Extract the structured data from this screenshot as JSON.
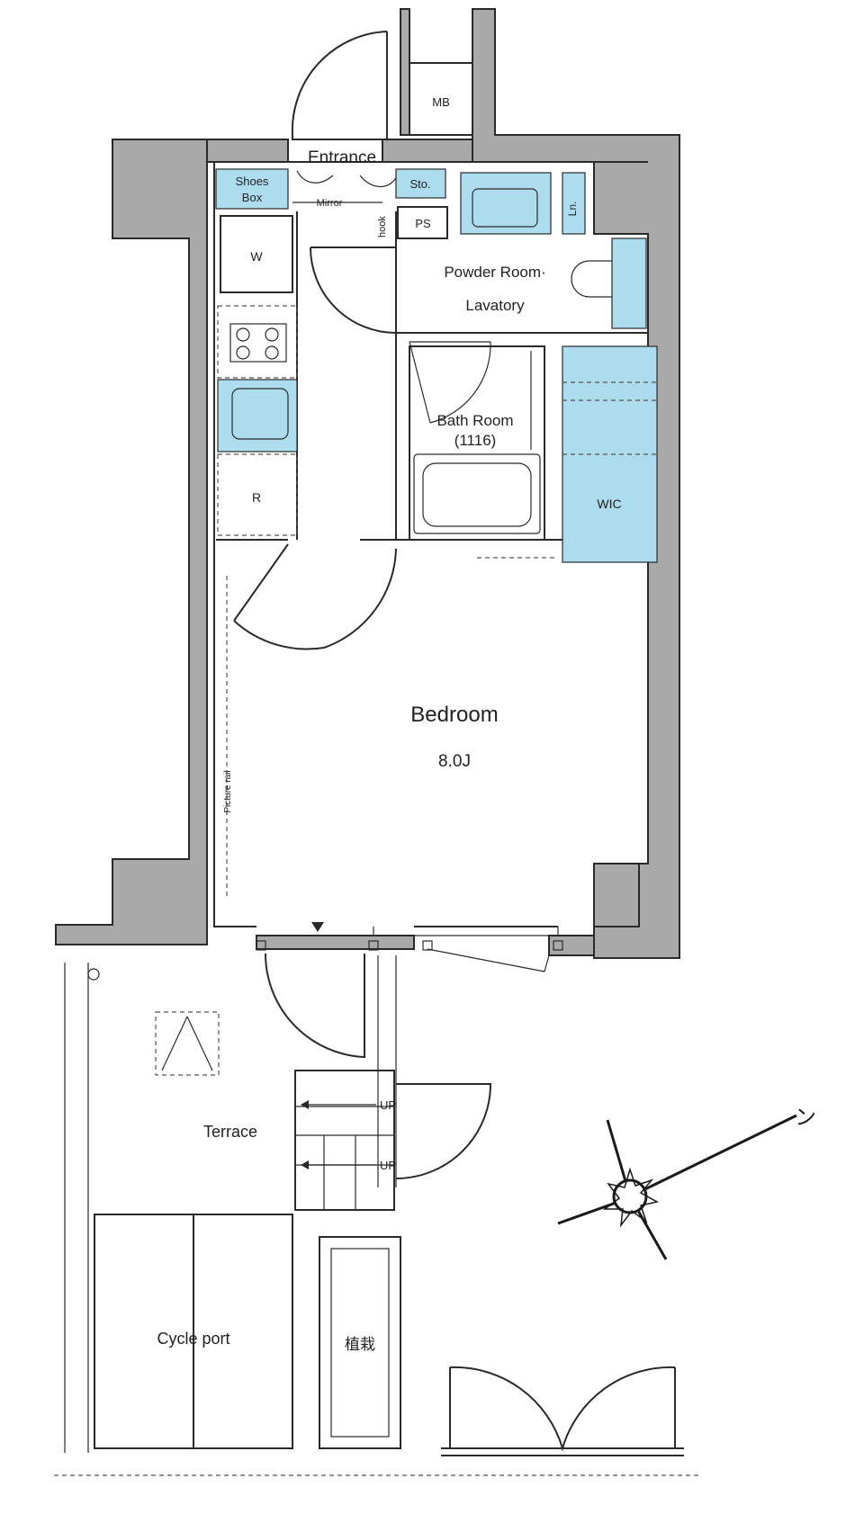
{
  "colors": {
    "wall": "#a9a9a9",
    "storage": "#aedcef",
    "line": "#2a2a2a"
  },
  "rooms": {
    "mb": "MB",
    "entrance": "Entrance",
    "shoes_box_1": "Shoes",
    "shoes_box_2": "Box",
    "mirror": "Mirror",
    "sto": "Sto.",
    "hook": "hook",
    "ps": "PS",
    "ln": "Ln.",
    "powder_room_1": "Powder Room·",
    "powder_room_2": "Lavatory",
    "w": "W",
    "bath_room_1": "Bath Room",
    "bath_room_2": "(1116)",
    "r": "R",
    "wic": "WIC",
    "bedroom": "Bedroom",
    "bedroom_size": "8.0J",
    "picture_rail": "Picture rail",
    "terrace": "Terrace",
    "up_1": "UP",
    "up_2": "UP",
    "cycle_port": "Cycle port",
    "planting": "植栽"
  },
  "compass": {
    "north_symbol": "ン",
    "icon": "compass-rose-icon"
  }
}
